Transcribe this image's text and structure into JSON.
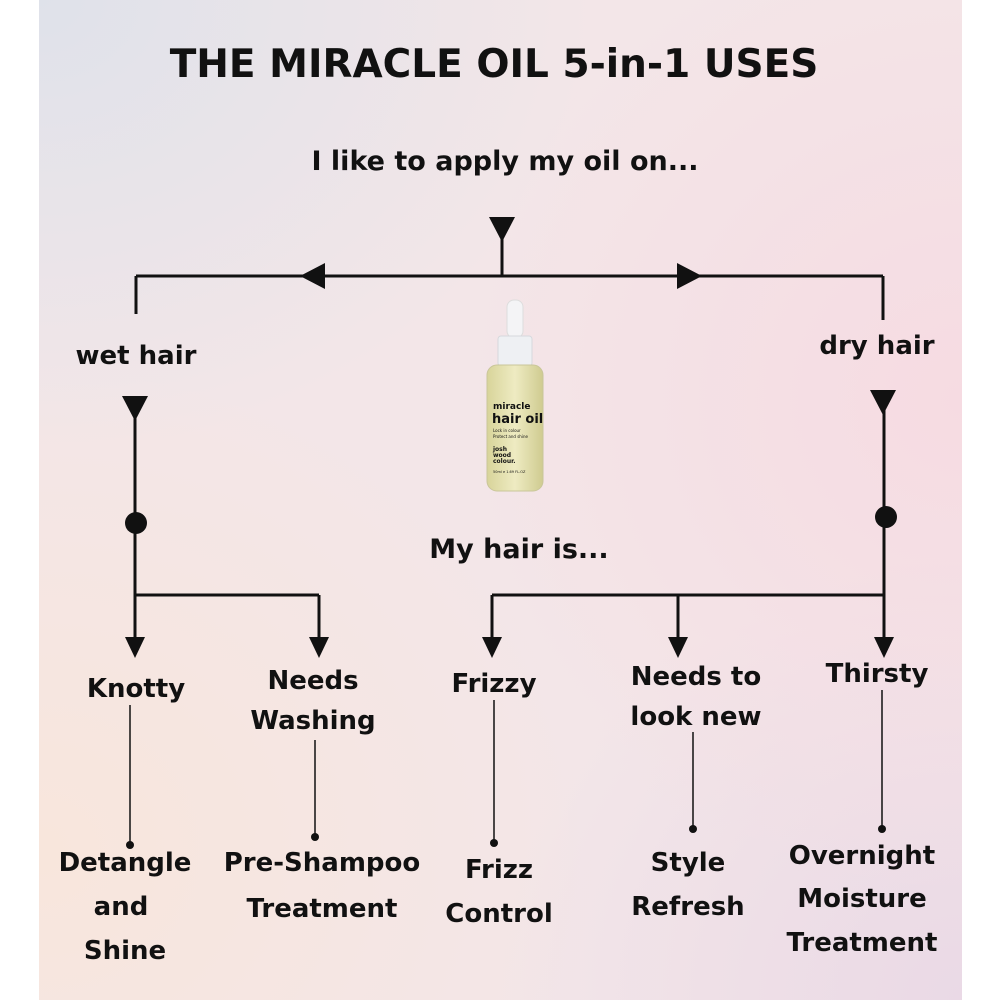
{
  "title": "THE MIRACLE OIL 5-in-1 USES",
  "question1": "I like to apply my oil on...",
  "question2": "My hair is...",
  "branches": {
    "wet": "wet hair",
    "dry": "dry hair"
  },
  "conditions": [
    {
      "lines": [
        "Knotty"
      ],
      "result": [
        "Detangle",
        "and",
        "Shine"
      ]
    },
    {
      "lines": [
        "Needs",
        "Washing"
      ],
      "result": [
        "Pre-Shampoo",
        "Treatment"
      ]
    },
    {
      "lines": [
        "Frizzy"
      ],
      "result": [
        "Frizz",
        "Control"
      ]
    },
    {
      "lines": [
        "Needs to",
        "look new"
      ],
      "result": [
        "Style",
        "Refresh"
      ]
    },
    {
      "lines": [
        "Thirsty"
      ],
      "result": [
        "Overnight",
        "Moisture",
        "Treatment"
      ]
    }
  ],
  "product": {
    "name_line1": "miracle",
    "name_line2": "hair oil",
    "tagline1": "Lock in colour",
    "tagline2": "Protect and shine",
    "brand1": "josh",
    "brand2": "wood",
    "brand3": "colour.",
    "volume": "50ml e 1.69 FL.OZ"
  },
  "colors": {
    "line": "#111111",
    "oil": "#e6e3b0"
  }
}
